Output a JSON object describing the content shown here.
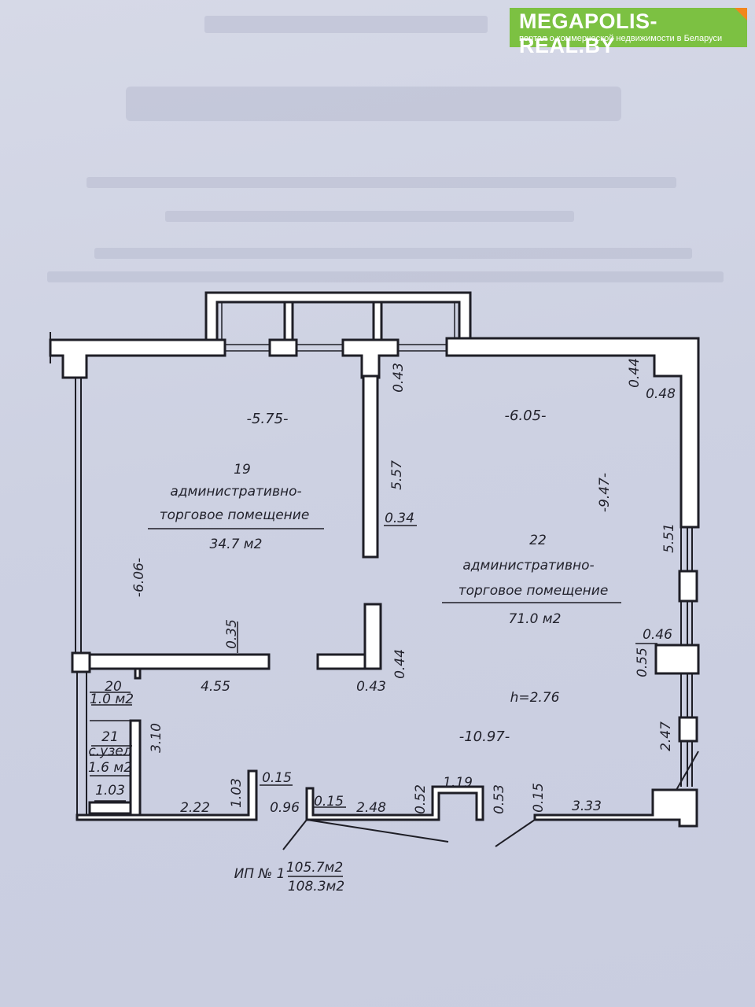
{
  "watermark": {
    "title": "MEGAPOLIS-REAL.BY",
    "subtitle": "портал о коммерческой недвижимости в Беларуси",
    "color": "#7cc142",
    "corner_color": "#f2861b"
  },
  "rooms": {
    "r19": {
      "number": "19",
      "name_line1": "административно-",
      "name_line2": "торговое помещение",
      "area": "34.7 м2",
      "width": "-5.75-",
      "height": "-6.06-"
    },
    "r22": {
      "number": "22",
      "name_line1": "административно-",
      "name_line2": "торговое помещение",
      "area": "71.0 м2",
      "width": "-6.05-",
      "height": "-9.47-",
      "length": "-10.97-",
      "ceiling": "h=2.76"
    },
    "r20": {
      "number": "20",
      "area": "1.0 м2"
    },
    "r21": {
      "number": "21",
      "name": "с.узел",
      "area": "1.6 м2",
      "width": "1.03"
    }
  },
  "dimensions": {
    "d_0_43_top": "0.43",
    "d_5_57": "5.57",
    "d_0_34": "0.34",
    "d_0_44_top": "0.44",
    "d_0_48": "0.48",
    "d_5_51": "5.51",
    "d_0_46": "0.46",
    "d_0_55": "0.55",
    "d_2_47": "2.47",
    "d_0_35": "0.35",
    "d_4_55": "4.55",
    "d_0_43_mid": "0.43",
    "d_0_44_mid": "0.44",
    "d_3_10": "3.10",
    "d_2_22": "2.22",
    "d_1_03": "1.03",
    "d_0_15_a": "0.15",
    "d_0_96": "0.96",
    "d_0_15_b": "0.15",
    "d_2_48": "2.48",
    "d_0_52": "0.52",
    "d_1_19": "1.19",
    "d_0_53": "0.53",
    "d_0_15_c": "0.15",
    "d_3_33": "3.33"
  },
  "summary": {
    "label": "ИП № 1",
    "area_main": "105.7м2",
    "area_total": "108.3м2"
  }
}
